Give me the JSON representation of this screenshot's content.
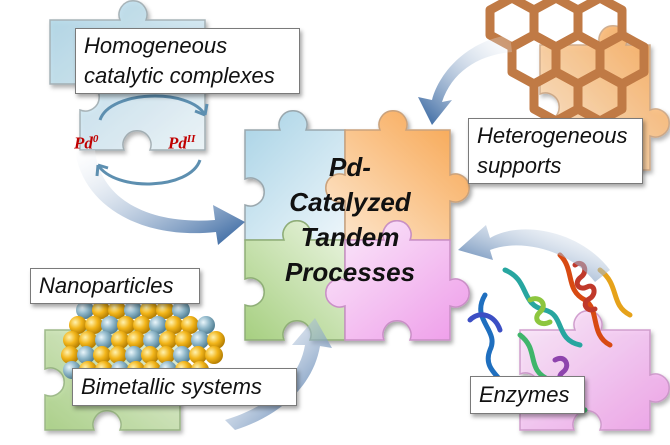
{
  "center": {
    "lines": [
      "Pd-",
      "Catalyzed",
      "Tandem",
      "Processes"
    ]
  },
  "labels": {
    "homogeneous": [
      "Homogeneous",
      "catalytic complexes"
    ],
    "heterogeneous": [
      "Heterogeneous",
      "supports"
    ],
    "nanoparticles": "Nanoparticles",
    "bimetallic": "Bimetallic systems",
    "enzymes": "Enzymes"
  },
  "pd_cycle": {
    "pd0_base": "Pd",
    "pd0_sup": "0",
    "pdII_base": "Pd",
    "pdII_sup": "II"
  },
  "colors": {
    "blue_piece": "#cfe6f0",
    "orange_piece": "#f9c98f",
    "green_piece": "#cfe5b8",
    "pink_piece": "#f2c3f0",
    "arrow": "#2b5d9b",
    "pd_red": "#c00000",
    "honeycomb": "#c07a45",
    "np_gold": "#f2b51a",
    "np_blue": "#8fb7c9"
  }
}
